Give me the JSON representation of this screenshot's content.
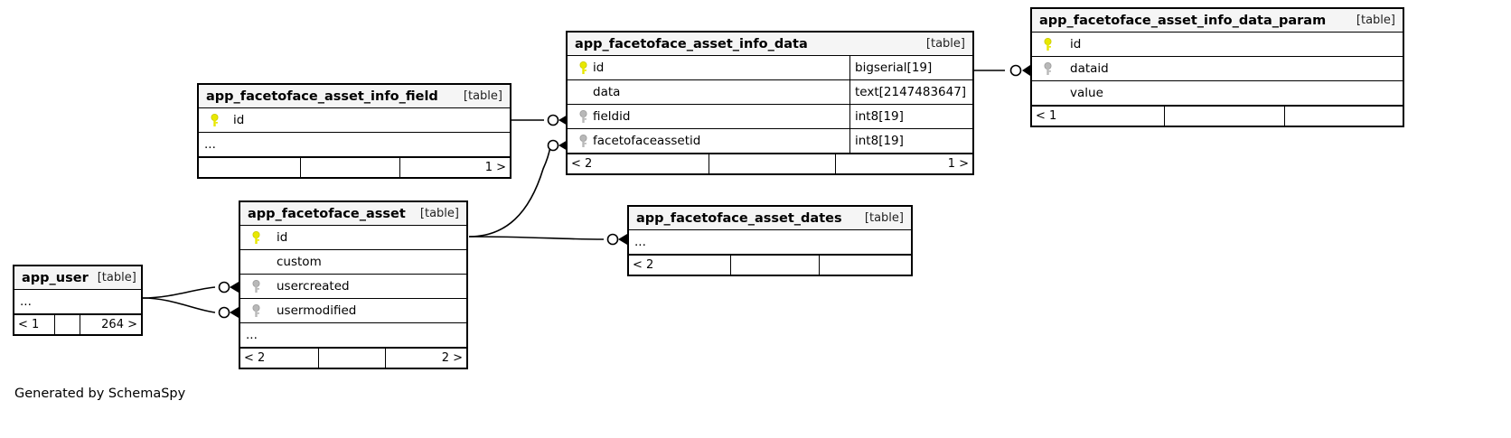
{
  "diagram": {
    "caption": "Generated by SchemaSpy",
    "table_tag": "[table]",
    "ellipsis": "...",
    "pk_icon": "yellow-key-icon",
    "fk_icon": "grey-key-icon",
    "colors": {
      "primary_key": "#e8e800",
      "foreign_key": "#b3b3b3",
      "border": "#000000",
      "title_background": "#f5f5f5",
      "page_background": "#ffffff"
    }
  },
  "tables": [
    {
      "id": "app_facetoface_asset_info_data",
      "name": "app_facetoface_asset_info_data",
      "tag": "[table]",
      "columns": [
        {
          "key": "pk",
          "name": "id",
          "type": "bigserial[19]"
        },
        {
          "key": "none",
          "name": "data",
          "type": "text[2147483647]"
        },
        {
          "key": "fk",
          "name": "fieldid",
          "type": "int8[19]"
        },
        {
          "key": "fk",
          "name": "facetofaceassetid",
          "type": "int8[19]"
        }
      ],
      "footer": {
        "left": "< 2",
        "mid": "",
        "right": "1 >"
      }
    },
    {
      "id": "app_facetoface_asset_info_data_param",
      "name": "app_facetoface_asset_info_data_param",
      "tag": "[table]",
      "columns": [
        {
          "key": "pk",
          "name": "id",
          "type": ""
        },
        {
          "key": "fk",
          "name": "dataid",
          "type": ""
        },
        {
          "key": "none",
          "name": "value",
          "type": ""
        }
      ],
      "footer": {
        "left": "< 1",
        "mid": "",
        "right": ""
      }
    },
    {
      "id": "app_facetoface_asset_info_field",
      "name": "app_facetoface_asset_info_field",
      "tag": "[table]",
      "columns": [
        {
          "key": "pk",
          "name": "id",
          "type": ""
        },
        {
          "key": "none",
          "name": "...",
          "type": ""
        }
      ],
      "footer": {
        "left": "",
        "mid": "",
        "right": "1 >"
      }
    },
    {
      "id": "app_facetoface_asset",
      "name": "app_facetoface_asset",
      "tag": "[table]",
      "columns": [
        {
          "key": "pk",
          "name": "id",
          "type": ""
        },
        {
          "key": "none",
          "name": "custom",
          "type": ""
        },
        {
          "key": "fk",
          "name": "usercreated",
          "type": ""
        },
        {
          "key": "fk",
          "name": "usermodified",
          "type": ""
        },
        {
          "key": "none",
          "name": "...",
          "type": ""
        }
      ],
      "footer": {
        "left": "< 2",
        "mid": "",
        "right": "2 >"
      }
    },
    {
      "id": "app_facetoface_asset_dates",
      "name": "app_facetoface_asset_dates",
      "tag": "[table]",
      "columns": [
        {
          "key": "none",
          "name": "...",
          "type": ""
        }
      ],
      "footer": {
        "left": "< 2",
        "mid": "",
        "right": ""
      }
    },
    {
      "id": "app_user",
      "name": "app_user",
      "tag": "[table]",
      "columns": [
        {
          "key": "none",
          "name": "...",
          "type": ""
        }
      ],
      "footer": {
        "left": "< 1",
        "mid": "",
        "right": "264 >"
      }
    }
  ],
  "relationships": [
    {
      "from": "app_facetoface_asset_info_data.id",
      "to": "app_facetoface_asset_info_data_param.dataid"
    },
    {
      "from": "app_facetoface_asset_info_field.id",
      "to": "app_facetoface_asset_info_data.fieldid"
    },
    {
      "from": "app_facetoface_asset.id",
      "to": "app_facetoface_asset_info_data.facetofaceassetid"
    },
    {
      "from": "app_facetoface_asset.id",
      "to": "app_facetoface_asset_dates"
    },
    {
      "from": "app_user",
      "to": "app_facetoface_asset.usercreated"
    },
    {
      "from": "app_user",
      "to": "app_facetoface_asset.usermodified"
    }
  ]
}
